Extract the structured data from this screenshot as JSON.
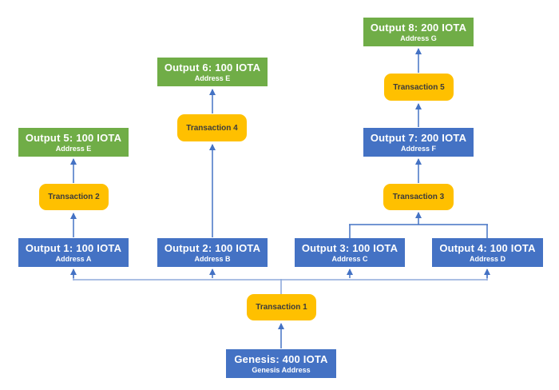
{
  "diagram": {
    "type": "utxo-transaction-flow",
    "nodes": {
      "genesis": {
        "title": "Genesis: 400 IOTA",
        "subtitle": "Genesis Address",
        "kind": "output-spent"
      },
      "output1": {
        "title": "Output 1: 100 IOTA",
        "subtitle": "Address A",
        "kind": "output-spent"
      },
      "output2": {
        "title": "Output 2: 100 IOTA",
        "subtitle": "Address B",
        "kind": "output-spent"
      },
      "output3": {
        "title": "Output 3: 100 IOTA",
        "subtitle": "Address C",
        "kind": "output-spent"
      },
      "output4": {
        "title": "Output 4: 100 IOTA",
        "subtitle": "Address D",
        "kind": "output-spent"
      },
      "output5": {
        "title": "Output 5: 100 IOTA",
        "subtitle": "Address E",
        "kind": "output-unspent"
      },
      "output6": {
        "title": "Output 6: 100 IOTA",
        "subtitle": "Address E",
        "kind": "output-unspent"
      },
      "output7": {
        "title": "Output 7: 200 IOTA",
        "subtitle": "Address F",
        "kind": "output-spent"
      },
      "output8": {
        "title": "Output 8: 200 IOTA",
        "subtitle": "Address G",
        "kind": "output-unspent"
      },
      "transaction1": {
        "label": "Transaction 1"
      },
      "transaction2": {
        "label": "Transaction 2"
      },
      "transaction3": {
        "label": "Transaction 3"
      },
      "transaction4": {
        "label": "Transaction 4"
      },
      "transaction5": {
        "label": "Transaction 5"
      }
    },
    "edges": [
      {
        "from": "genesis",
        "to": "transaction1"
      },
      {
        "from": "transaction1",
        "to": "output1"
      },
      {
        "from": "transaction1",
        "to": "output2"
      },
      {
        "from": "transaction1",
        "to": "output3"
      },
      {
        "from": "transaction1",
        "to": "output4"
      },
      {
        "from": "output1",
        "to": "transaction2"
      },
      {
        "from": "transaction2",
        "to": "output5"
      },
      {
        "from": "output2",
        "to": "transaction4"
      },
      {
        "from": "transaction4",
        "to": "output6"
      },
      {
        "from": "output3",
        "to": "transaction3"
      },
      {
        "from": "output4",
        "to": "transaction3"
      },
      {
        "from": "transaction3",
        "to": "output7"
      },
      {
        "from": "output7",
        "to": "transaction5"
      },
      {
        "from": "transaction5",
        "to": "output8"
      }
    ],
    "colors": {
      "spent_output_fill": "#4472C4",
      "unspent_output_fill": "#70AD47",
      "transaction_fill": "#FFC000",
      "arrow": "#4472C4",
      "bracket_line": "#8FAADC",
      "background": "#FFFFFF"
    }
  }
}
